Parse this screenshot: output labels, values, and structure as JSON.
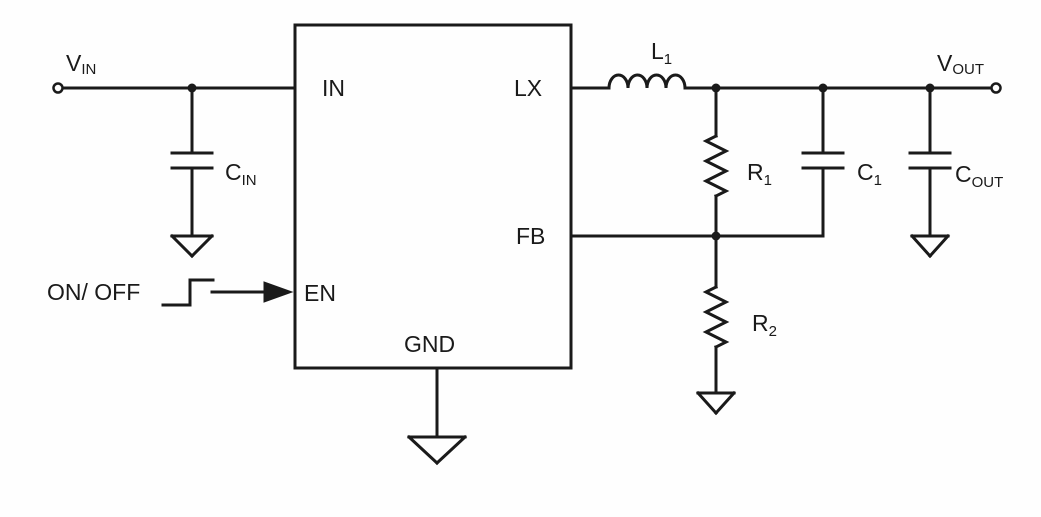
{
  "ic": {
    "pins": {
      "in": "IN",
      "lx": "LX",
      "fb": "FB",
      "en": "EN",
      "gnd": "GND"
    }
  },
  "signals": {
    "vin": {
      "main": "V",
      "sub": "IN"
    },
    "vout": {
      "main": "V",
      "sub": "OUT"
    },
    "on_off": "ON/ OFF"
  },
  "components": {
    "cin": {
      "main": "C",
      "sub": "IN"
    },
    "l1": {
      "main": "L",
      "sub": "1"
    },
    "r1": {
      "main": "R",
      "sub": "1"
    },
    "r2": {
      "main": "R",
      "sub": "2"
    },
    "c1": {
      "main": "C",
      "sub": "1"
    },
    "cout": {
      "main": "C",
      "sub": "OUT"
    }
  },
  "colors": {
    "ink": "#1a1a1a",
    "background": "#fefefe"
  }
}
